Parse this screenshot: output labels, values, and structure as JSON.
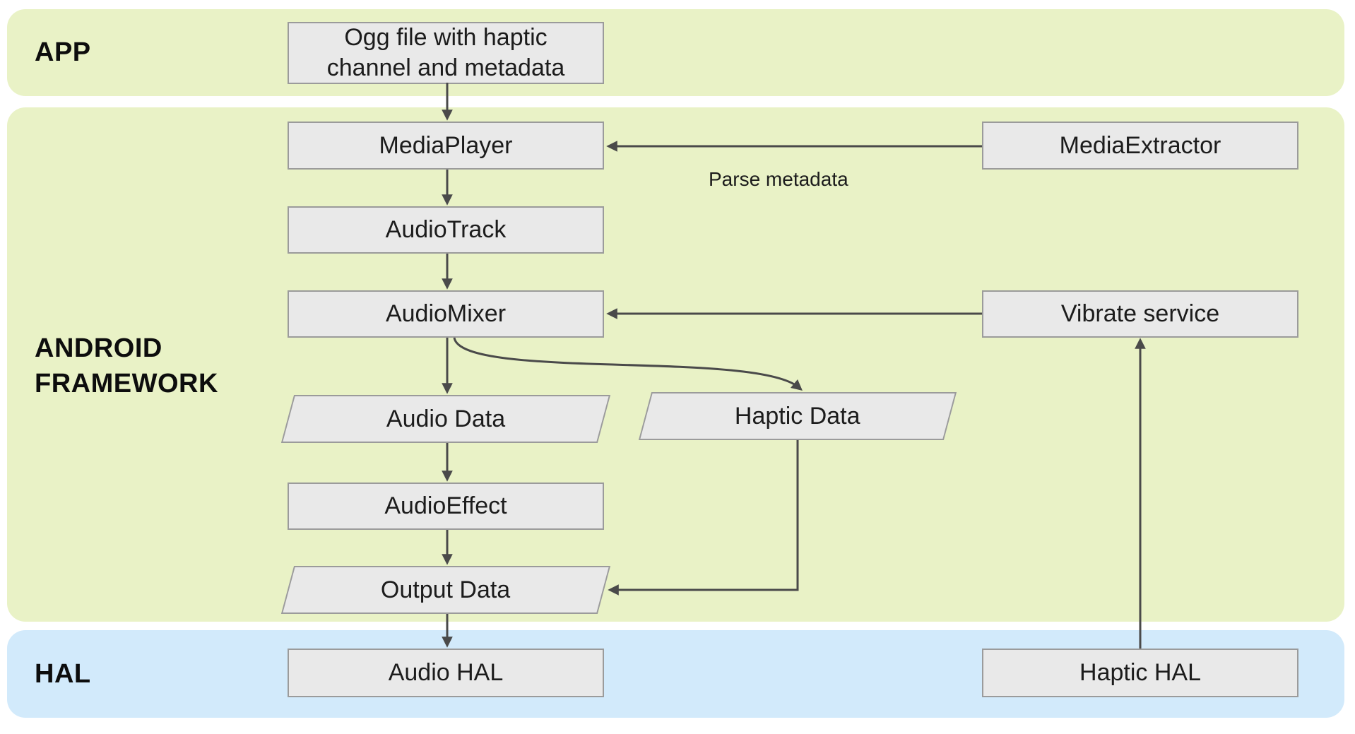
{
  "diagram": {
    "bands": {
      "app": {
        "label": "APP"
      },
      "framework": {
        "label": "ANDROID FRAMEWORK"
      },
      "hal": {
        "label": "HAL"
      }
    },
    "nodes": {
      "ogg_file": {
        "label": "Ogg file with haptic channel and metadata",
        "shape": "rect"
      },
      "media_player": {
        "label": "MediaPlayer",
        "shape": "rect"
      },
      "media_extractor": {
        "label": "MediaExtractor",
        "shape": "rect"
      },
      "audio_track": {
        "label": "AudioTrack",
        "shape": "rect"
      },
      "audio_mixer": {
        "label": "AudioMixer",
        "shape": "rect"
      },
      "vibrate_service": {
        "label": "Vibrate service",
        "shape": "rect"
      },
      "audio_data": {
        "label": "Audio Data",
        "shape": "parallelogram"
      },
      "haptic_data": {
        "label": "Haptic Data",
        "shape": "parallelogram"
      },
      "audio_effect": {
        "label": "AudioEffect",
        "shape": "rect"
      },
      "output_data": {
        "label": "Output Data",
        "shape": "parallelogram"
      },
      "audio_hal": {
        "label": "Audio HAL",
        "shape": "rect"
      },
      "haptic_hal": {
        "label": "Haptic HAL",
        "shape": "rect"
      }
    },
    "edge_labels": {
      "parse_metadata": {
        "label": "Parse metadata"
      }
    },
    "colors": {
      "band_green": "#e9f2c6",
      "band_blue": "#d2eafb",
      "node_fill": "#e9e9e9",
      "node_border": "#9b9b9b",
      "arrow": "#4a4a4a",
      "text": "#1c1c1c"
    }
  }
}
